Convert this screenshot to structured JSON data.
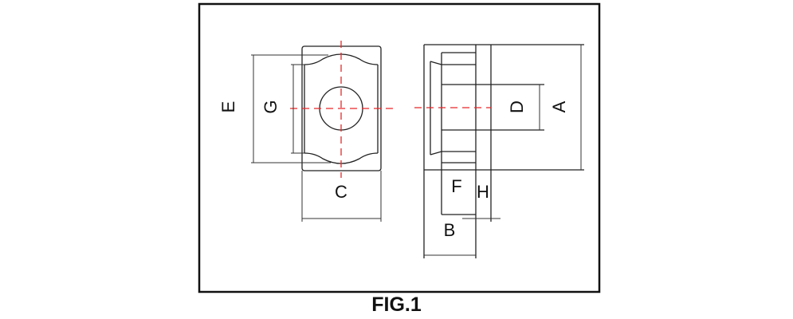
{
  "figure": {
    "caption": "FIG.1",
    "labels": {
      "a": "A",
      "b": "B",
      "c": "C",
      "d": "D",
      "e": "E",
      "f": "F",
      "g": "G",
      "h": "H"
    },
    "colors": {
      "line": "#222222",
      "centerline": "#e8282a"
    }
  }
}
